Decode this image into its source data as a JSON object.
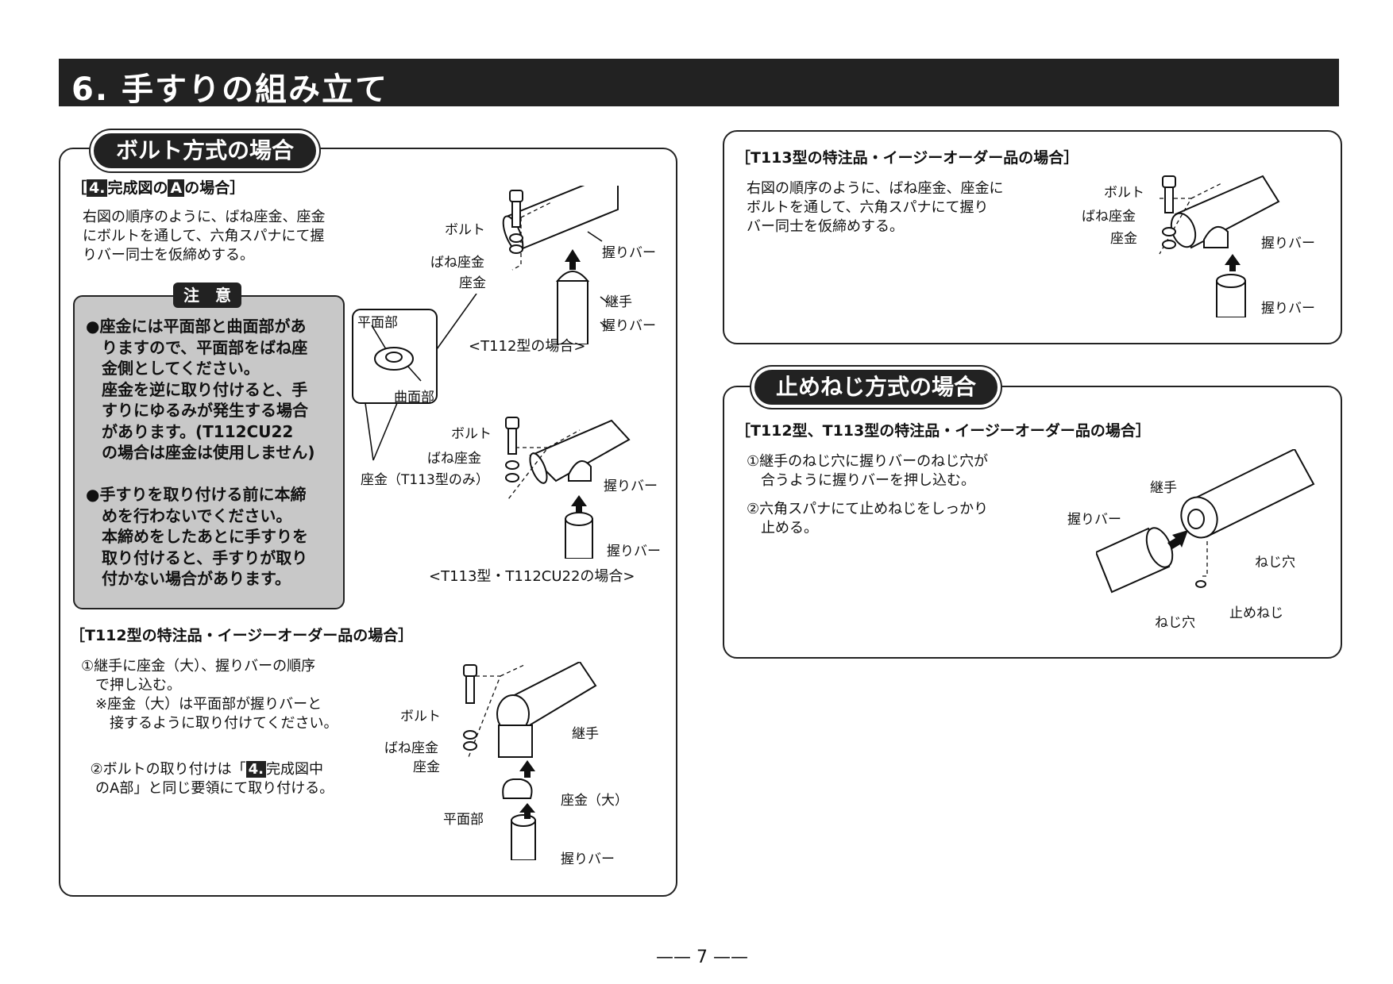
{
  "header": {
    "title": "6. 手すりの組み立て"
  },
  "bolt_section": {
    "pill": "ボルト方式の場合",
    "subhead": {
      "pre": "［",
      "mark1": "4.",
      "mid": "完成図の",
      "mark2": "A",
      "post": "の場合］"
    },
    "body": "右図の順序のように、ばね座金、座金\nにボルトを通して、六角スパナにて握\nりバー同士を仮締めする。",
    "caution_title": "注　意",
    "caution_text": "●座金には平面部と曲面部があ\n　りますので、平面部をばね座\n　金側としてください。\n　座金を逆に取り付けると、手\n　すりにゆるみが発生する場合\n　があります。(T112CU22\n　の場合は座金は使用しません)\n\n●手すりを取り付ける前に本締\n　めを行わないでください。\n　本締めをしたあとに手すりを\n　取り付けると、手すりが取り\n　付かない場合があります。",
    "diagram1": {
      "bolt": "ボルト",
      "spring_washer": "ばね座金",
      "washer": "座金",
      "grip_bar_top": "握りバー",
      "joint": "継手",
      "grip_bar_bottom": "握りバー",
      "caption": "<T112型の場合>"
    },
    "detail": {
      "flat": "平面部",
      "curved": "曲面部"
    },
    "diagram2": {
      "bolt": "ボルト",
      "spring_washer": "ばね座金",
      "washer": "座金（T113型のみ）",
      "grip_bar_top": "握りバー",
      "grip_bar_bottom": "握りバー",
      "caption": "<T113型・T112CU22の場合>"
    },
    "special_head": "［T112型の特注品・イージーオーダー品の場合］",
    "special_text1": "①継手に座金（大）、握りバーの順序\n　で押し込む。\n　※座金（大）は平面部が握りバーと\n　　接するように取り付けてください。",
    "special_text2": {
      "pre": "②ボルトの取り付けは「",
      "mark": "4.",
      "post": "完成図中",
      "line2": "　のA部」と同じ要領にて取り付ける。"
    },
    "diagram3": {
      "bolt": "ボルト",
      "spring_washer": "ばね座金",
      "washer": "座金",
      "joint": "継手",
      "large_washer": "座金（大）",
      "flat": "平面部",
      "grip_bar": "握りバー"
    }
  },
  "t113_section": {
    "head": "［T113型の特注品・イージーオーダー品の場合］",
    "body": "右図の順序のように、ばね座金、座金に\nボルトを通して、六角スパナにて握り\nバー同士を仮締めする。",
    "diagram": {
      "bolt": "ボルト",
      "spring_washer": "ばね座金",
      "washer": "座金",
      "grip_bar_top": "握りバー",
      "grip_bar_bottom": "握りバー"
    }
  },
  "setscrew_section": {
    "pill": "止めねじ方式の場合",
    "head": "［T112型、T113型の特注品・イージーオーダー品の場合］",
    "step1": "①継手のねじ穴に握りバーのねじ穴が\n　合うように握りバーを押し込む。",
    "step2": "②六角スパナにて止めねじをしっかり\n　止める。",
    "diagram": {
      "joint": "継手",
      "grip_bar": "握りバー",
      "screw_hole_right": "ねじ穴",
      "set_screw": "止めねじ",
      "screw_hole_bottom": "ねじ穴"
    }
  },
  "footer": {
    "page": "—— 7 ——"
  }
}
